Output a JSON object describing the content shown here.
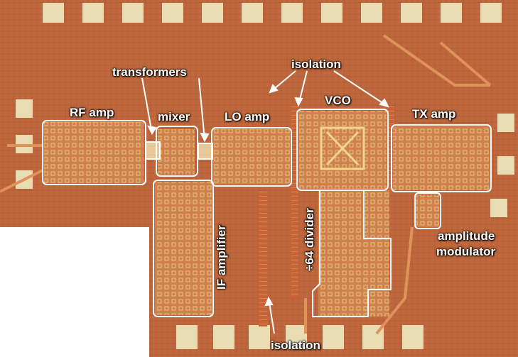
{
  "labels": {
    "rf_amp": "RF amp",
    "transformers": "transformers",
    "mixer": "mixer",
    "lo_amp": "LO amp",
    "isolation_top": "isolation",
    "vco": "VCO",
    "tx_amp": "TX amp",
    "if_amplifier": "IF amplifier",
    "divider": "÷64 divider",
    "amplitude": "amplitude",
    "modulator": "modulator",
    "isolation_bottom": "isolation"
  },
  "colors": {
    "die": "#c56a3e",
    "die_dark": "#8a3d22",
    "metal": "#d9894f",
    "pad": "#e8d9b0",
    "outline": "#ffffff"
  }
}
